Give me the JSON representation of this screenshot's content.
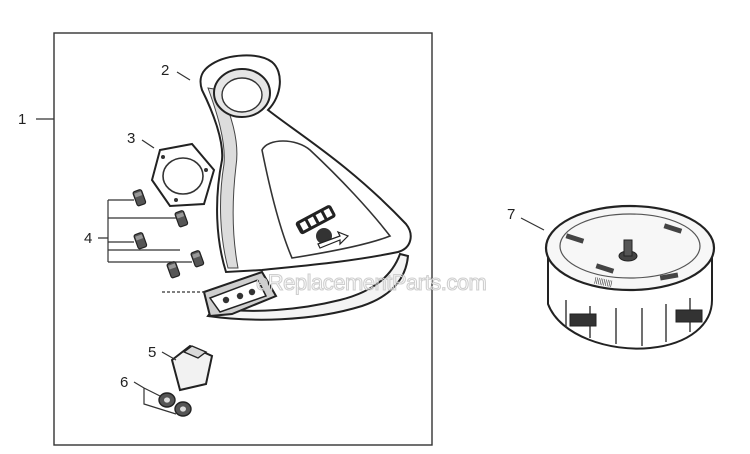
{
  "callouts": {
    "c1": "1",
    "c2": "2",
    "c3": "3",
    "c4": "4",
    "c5": "5",
    "c6": "6",
    "c7": "7"
  },
  "watermark": "eReplacementParts.com",
  "colors": {
    "outline": "#222222",
    "part_fill": "#ffffff",
    "shade": "#d9d9d9",
    "dark": "#555555"
  }
}
